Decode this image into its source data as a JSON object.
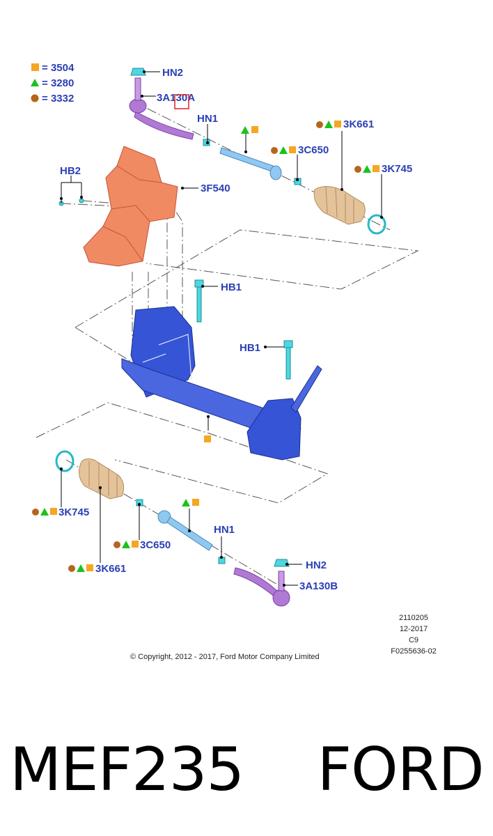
{
  "legend": [
    {
      "shape": "square",
      "color": "#f5a623",
      "code": "3504"
    },
    {
      "shape": "triangle",
      "color": "#19c21c",
      "code": "3280"
    },
    {
      "shape": "circle",
      "color": "#b5651d",
      "code": "3332"
    }
  ],
  "callouts": {
    "hn2_top": "HN2",
    "a130a": "3A130A",
    "hn1_top": "HN1",
    "k661_top": "3K661",
    "c650_top": "3C650",
    "k745_top": "3K745",
    "hb2": "HB2",
    "f540": "3F540",
    "hb1_a": "HB1",
    "hb1_b": "HB1",
    "k745_bot": "3K745",
    "c650_bot": "3C650",
    "hn1_bot": "HN1",
    "k661_bot": "3K661",
    "hn2_bot": "HN2",
    "a130b": "3A130B"
  },
  "meta": {
    "line1": "2110205",
    "line2": "12-2017",
    "line3": "C9",
    "line4": "F0255636-02"
  },
  "copyright": "© Copyright, 2012 - 2017, Ford Motor Company Limited",
  "footer": {
    "part_number": "MEF235",
    "brand": "FORD"
  },
  "colors": {
    "callout_text": "#2a3fb5",
    "rack": "#3554d6",
    "heat_shield": "#f08a63",
    "boot": "#e5c39a",
    "tie_rod_end": "#b07ad4",
    "fastener": "#4fd6e0",
    "highlight_box": "#e02020"
  }
}
